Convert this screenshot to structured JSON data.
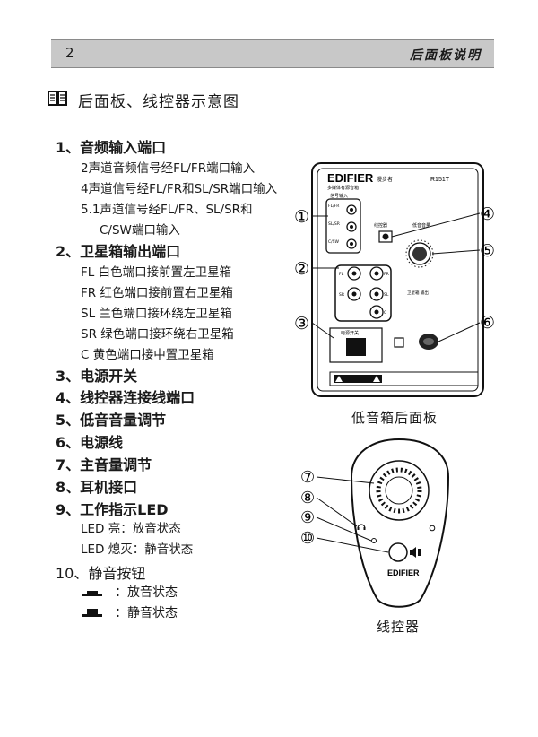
{
  "header": {
    "page_number": "2",
    "section_title": "后面板说明"
  },
  "heading": "后面板、线控器示意图",
  "items": [
    {
      "label": "1、音频输入端口",
      "details": [
        "2声道音频信号经FL/FR端口输入",
        "4声道信号经FL/FR和SL/SR端口输入",
        "5.1声道信号经FL/FR、SL/SR和",
        "C/SW端口输入"
      ]
    },
    {
      "label": "2、卫星箱输出端口",
      "details": [
        "FL 白色端口接前置左卫星箱",
        "FR 红色端口接前置右卫星箱",
        "SL 兰色端口接环绕左卫星箱",
        "SR 绿色端口接环绕右卫星箱",
        "C 黄色端口接中置卫星箱"
      ]
    },
    {
      "label": "3、电源开关"
    },
    {
      "label": "4、线控器连接线端口"
    },
    {
      "label": "5、低音音量调节"
    },
    {
      "label": "6、电源线"
    },
    {
      "label": "7、主音量调节"
    },
    {
      "label": "8、耳机接口"
    },
    {
      "label": "9、工作指示LED",
      "details": [
        "LED 亮：放音状态",
        "LED 熄灭：静音状态"
      ]
    },
    {
      "label": "10、静音按钮",
      "details": [
        "：放音状态",
        "：静音状态"
      ]
    }
  ],
  "panel": {
    "brand": "EDIFIER",
    "brand_sub": "漫步者",
    "model": "R151T",
    "subtitle": "多媒体有源音箱",
    "input_label": "信号输入",
    "inputs": [
      "FL/FR",
      "SL/SR",
      "C/SW"
    ],
    "remote_port_label": "线控器",
    "bass_label": "低音音量",
    "outputs": [
      "FL",
      "FR",
      "SR",
      "SL",
      "C"
    ],
    "output_note": "卫星箱 输出",
    "power_label": "电源开关",
    "caption": "低音箱后面板",
    "callouts": [
      "①",
      "②",
      "③",
      "④",
      "⑤",
      "⑥"
    ]
  },
  "remote": {
    "brand": "EDIFIER",
    "caption": "线控器",
    "callouts": [
      "⑦",
      "⑧",
      "⑨",
      "⑩"
    ]
  }
}
